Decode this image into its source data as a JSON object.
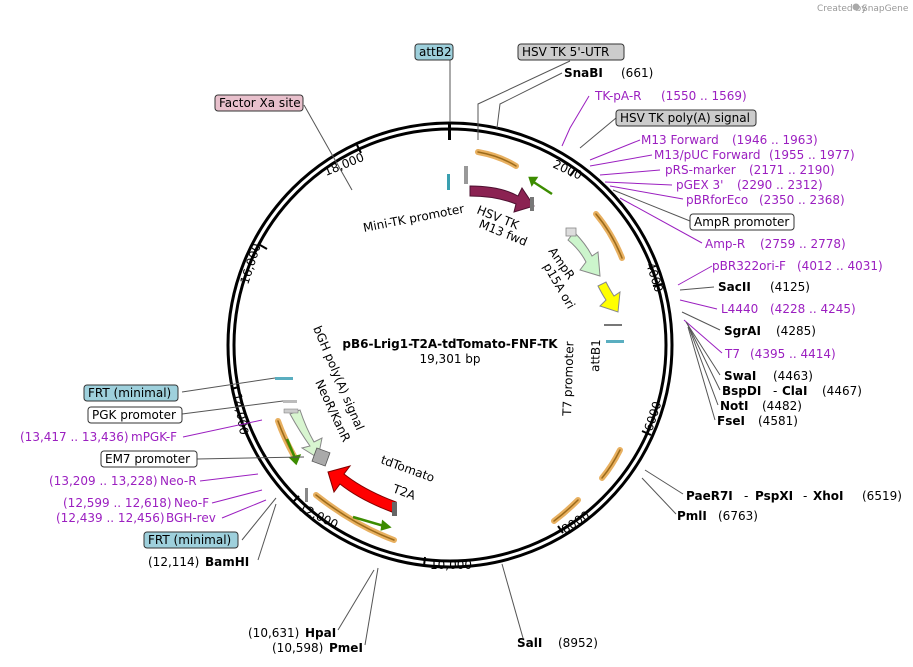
{
  "plasmid": {
    "name": "pB6-Lrig1-T2A-tdTomato-FNF-TK",
    "length_label": "19,301 bp",
    "credit": "Created by",
    "brand": "SnapGene"
  },
  "ticks": [
    "2000",
    "4000",
    "6000",
    "8000",
    "10,000",
    "12,000",
    "14,000",
    "16,000",
    "18,000"
  ],
  "boxed_features": {
    "attb2": "attB2",
    "hsv_utr": "HSV TK 5'-UTR",
    "factor_xa": "Factor Xa site",
    "hsv_polya": "HSV TK poly(A) signal",
    "ampr_promoter": "AmpR promoter",
    "frt_top": "FRT (minimal)",
    "pgk": "PGK promoter",
    "em7": "EM7 promoter",
    "frt_bottom": "FRT (minimal)"
  },
  "enzymes": {
    "snabi": {
      "name": "SnaBI",
      "pos": "(661)"
    },
    "sacii": {
      "name": "SacII",
      "pos": "(4125)"
    },
    "sgrai": {
      "name": "SgrAI",
      "pos": "(4285)"
    },
    "swai": {
      "name": "SwaI",
      "pos": "(4463)"
    },
    "bspdi": {
      "name": "BspDI",
      "sep": "- ",
      "name2": "ClaI",
      "pos": "(4467)"
    },
    "noti": {
      "name": "NotI",
      "pos": "(4482)"
    },
    "fsei": {
      "name": "FseI",
      "pos": "(4581)"
    },
    "paer7i": {
      "name": "PaeR7I",
      "sep1": "- ",
      "name2": "PspXI",
      "sep2": "- ",
      "name3": "XhoI",
      "pos": "(6519)"
    },
    "pmli": {
      "name": "PmlI",
      "pos": "(6763)"
    },
    "sali": {
      "name": "SalI",
      "pos": "(8952)"
    },
    "hpai": {
      "name": "HpaI",
      "pos": "(10,631)"
    },
    "pmei": {
      "name": "PmeI",
      "pos": "(10,598)"
    },
    "bamhi": {
      "name": "BamHI",
      "pos": "(12,114)"
    }
  },
  "primers": {
    "tk_pa_r": {
      "name": "TK-pA-R",
      "pos": "(1550 .. 1569)"
    },
    "m13_forward": {
      "name": "M13 Forward",
      "pos": "(1946 .. 1963)"
    },
    "m13_puc": {
      "name": "M13/pUC Forward",
      "pos": "(1955 .. 1977)"
    },
    "prs_marker": {
      "name": "pRS-marker",
      "pos": "(2171 .. 2190)"
    },
    "pgex3": {
      "name": "pGEX 3'",
      "pos": "(2290 .. 2312)"
    },
    "pbrforeco": {
      "name": "pBRforEco",
      "pos": "(2350 .. 2368)"
    },
    "amp_r": {
      "name": "Amp-R",
      "pos": "(2759 .. 2778)"
    },
    "pbr322ori_f": {
      "name": "pBR322ori-F",
      "pos": "(4012 .. 4031)"
    },
    "l4440": {
      "name": "L4440",
      "pos": "(4228 .. 4245)"
    },
    "t7": {
      "name": "T7",
      "pos": "(4395 .. 4414)"
    },
    "mpgk_f": {
      "name": "mPGK-F",
      "pos": "(13,417 .. 13,436)"
    },
    "neo_r": {
      "name": "Neo-R",
      "pos": "(13,209 .. 13,228)"
    },
    "neo_f": {
      "name": "Neo-F",
      "pos": "(12,599 .. 12,618)"
    },
    "bgh_rev": {
      "name": "BGH-rev",
      "pos": "(12,439 .. 12,456)"
    }
  },
  "inner_labels": {
    "mini_tk": "Mini-TK promoter",
    "hsv_tk": "HSV TK",
    "m13_fwd": "M13 fwd",
    "ampr": "AmpR",
    "p15a": "p15A ori",
    "t7_promoter": "T7 promoter",
    "attb1": "attB1",
    "bgh_polya": "bGH poly(A) signal",
    "neor": "NeoR/KanR",
    "tdtomato": "tdTomato",
    "t2a": "T2A"
  },
  "colors": {
    "hsv_tk": "#8b2252",
    "ampr": "#ccf5cc",
    "p15a": "#ffff00",
    "neor": "#d8f5d0",
    "tdtomato": "#ff0000",
    "orf_arc": "#e8b060",
    "primer": "#3c8c00",
    "feature_gray": "#cccccc",
    "feature_blue": "#9ed0dc",
    "feature_pink": "#e8c0cc",
    "purple_text": "#9b1fc0"
  }
}
